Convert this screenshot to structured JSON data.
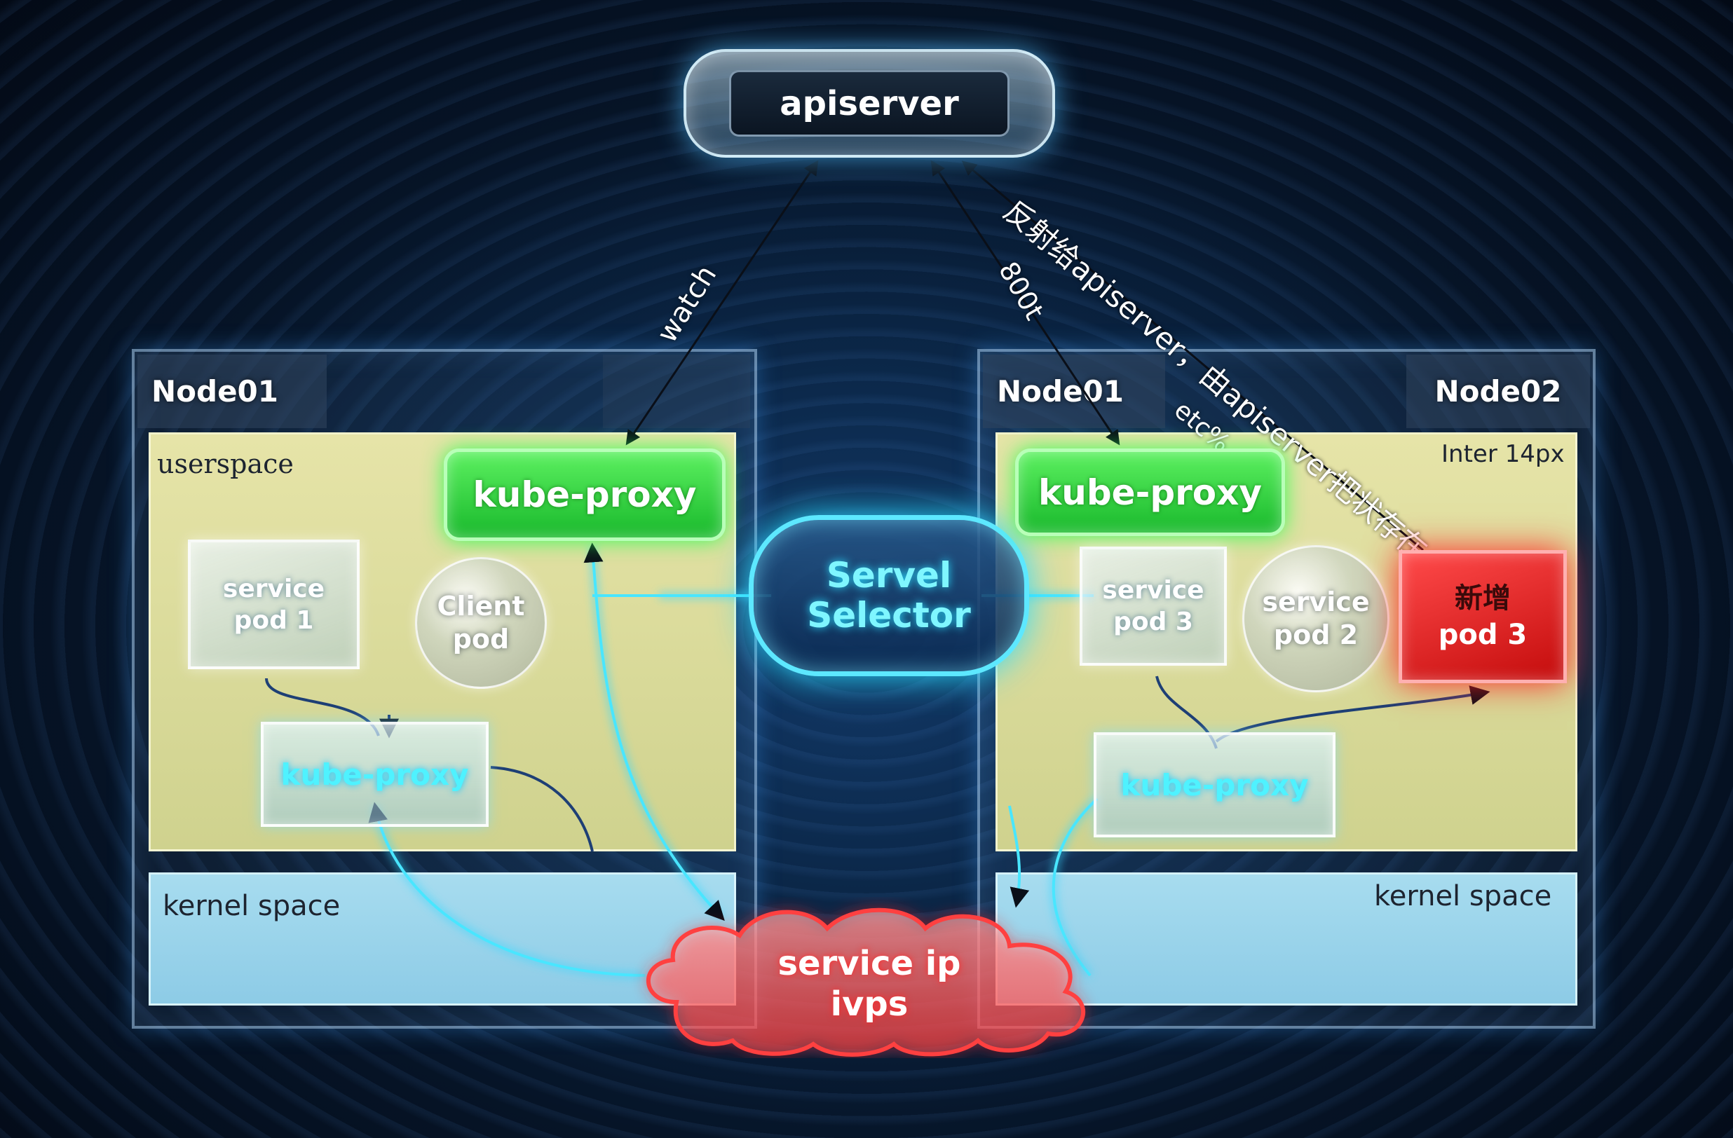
{
  "apiserver": {
    "label": "apiserver"
  },
  "annotations": {
    "watch": "watch",
    "reflect": "反射给apiserver，由apiserver把状存在",
    "port": "800t",
    "etc": "etc%",
    "font_note": "Inter 14px"
  },
  "node_left": {
    "title": "Node01",
    "userspace_label": "userspace",
    "kernelspace_label": "kernel space",
    "kube_proxy_top": "kube-proxy",
    "service_pod_line1": "service",
    "service_pod_line2": "pod 1",
    "client_pod_line1": "Client",
    "client_pod_line2": "pod",
    "kube_proxy_bottom": "kube-proxy"
  },
  "node_right": {
    "title_left": "Node01",
    "title_right": "Node02",
    "kernelspace_label": "kernel space",
    "kube_proxy_top": "kube-proxy",
    "service_pod3_line1": "service",
    "service_pod3_line2": "pod 3",
    "service_pod2_line1": "service",
    "service_pod2_line2": "pod 2",
    "new_pod_line1": "新增",
    "new_pod_line2": "pod 3",
    "kube_proxy_bottom": "kube-proxy"
  },
  "selector": {
    "line1": "Servel",
    "line2": "Selector"
  },
  "service_cloud": {
    "line1": "service ip",
    "line2": "ivps"
  },
  "colors": {
    "green": "#2bd13c",
    "cyan": "#4ff2ff",
    "red": "#ff2a2a",
    "userspace": "#dcdb9e",
    "kernelspace": "#9bd4ec"
  }
}
